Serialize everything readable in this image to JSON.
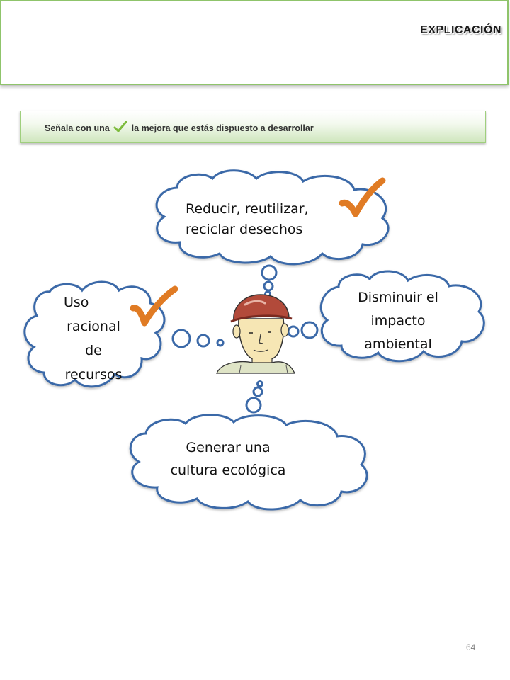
{
  "header": {
    "title": "EXPLICACIÓN"
  },
  "instruction": {
    "before_check": "Señala con una",
    "after_check": "la mejora que estás dispuesto a desarrollar"
  },
  "clouds": {
    "top": {
      "line1": "Reducir, reutilizar,",
      "line2": "reciclar desechos",
      "checked": true
    },
    "left": {
      "line1": "Uso",
      "line2": "racional",
      "line3": "de",
      "line4": "recursos",
      "checked": true
    },
    "right": {
      "line1": "Disminuir el",
      "line2": "impacto",
      "line3": "ambiental",
      "checked": false
    },
    "bottom": {
      "line1": "Generar una",
      "line2": "cultura ecológica",
      "checked": false
    }
  },
  "colors": {
    "cloud_stroke": "#3b69a8",
    "check_mark": "#e07b24",
    "accent_green": "#8fc46b"
  },
  "page_number": "64"
}
